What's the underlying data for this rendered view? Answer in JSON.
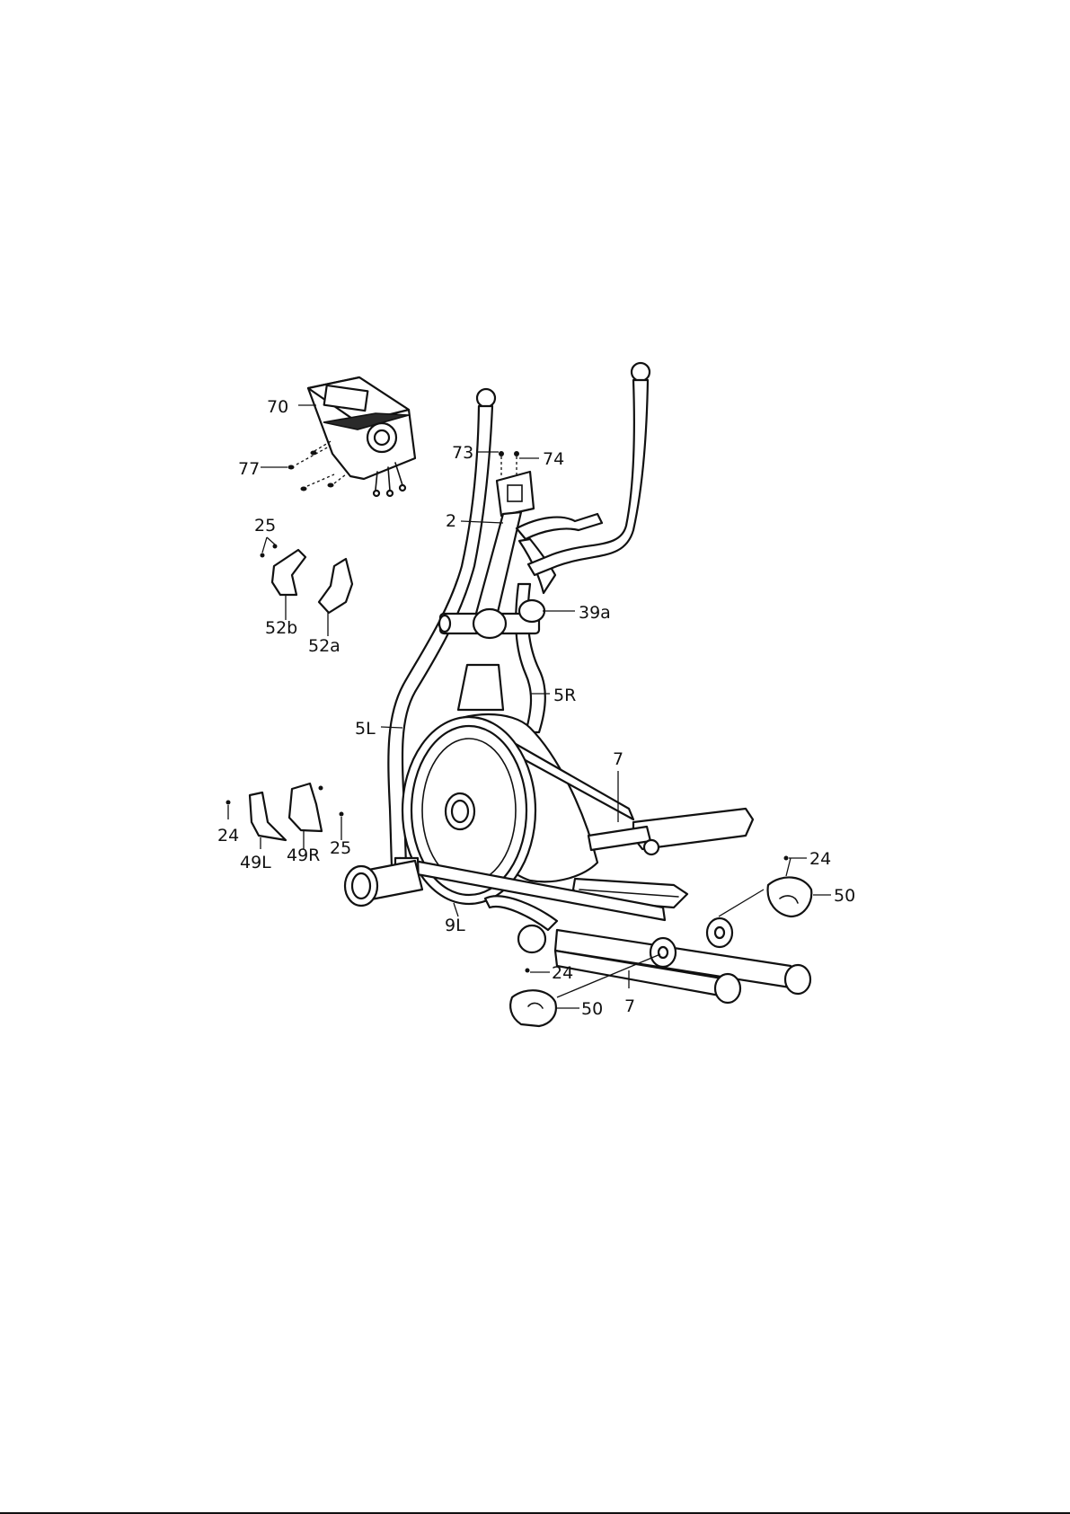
{
  "callouts": {
    "console": "70",
    "console_screws": "77",
    "bolt_73": "73",
    "bolt_74": "74",
    "handlebar_post": "2",
    "screw_25_top": "25",
    "bracket_52b": "52b",
    "bracket_52a": "52a",
    "axle_39a": "39a",
    "right_arm": "5R",
    "left_arm": "5L",
    "pedal_arm_upper": "7",
    "screw_24_left": "24",
    "cover_49L": "49L",
    "cover_49R": "49R",
    "screw_25_bottom": "25",
    "screw_24_right": "24",
    "cap_50_right": "50",
    "pedal_tube_9L": "9L",
    "screw_24_bottom": "24",
    "cap_50_bottom": "50",
    "pedal_arm_lower": "7"
  },
  "colors": {
    "line": "#111111",
    "background": "#ffffff"
  }
}
